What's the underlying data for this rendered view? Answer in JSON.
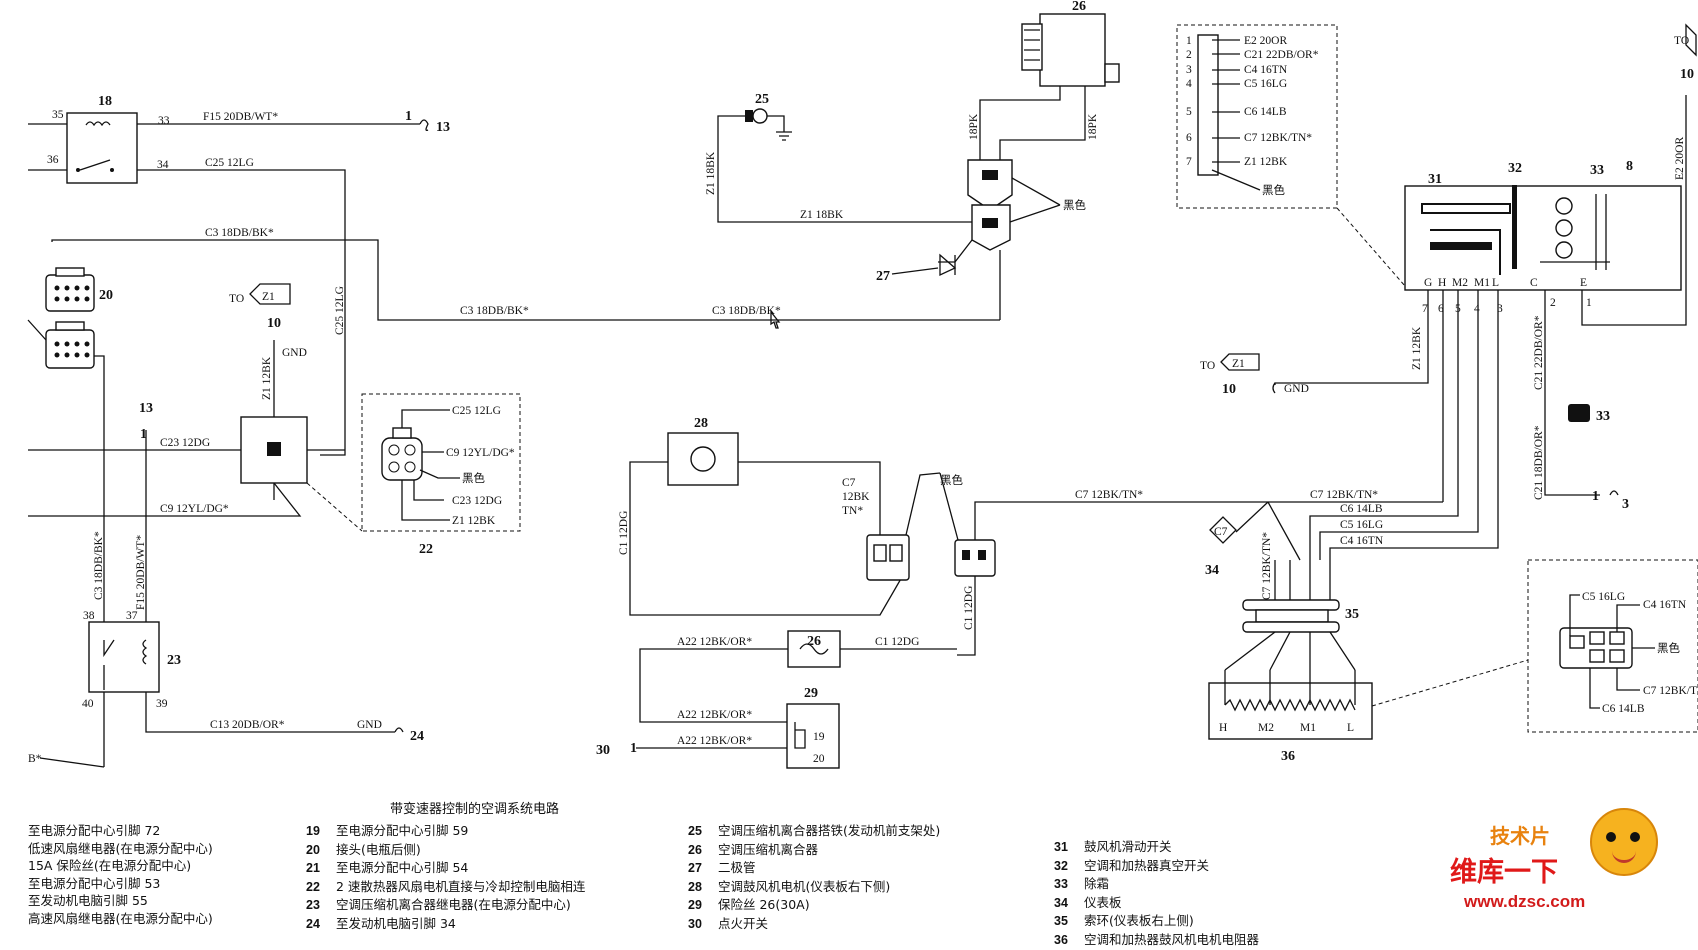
{
  "diagram_title": "带变速器控制的空调系统电路",
  "components": {
    "c18": "18",
    "c20": "20",
    "c22": "22",
    "c23": "23",
    "c25": "25",
    "c26_top": "26",
    "c27": "27",
    "c28": "28",
    "c26_fuse": "26",
    "c29": "29",
    "c31": "31",
    "c32": "32",
    "c33": "33",
    "c8": "8",
    "c34": "34",
    "c35": "35",
    "c36": "36",
    "c13": "13",
    "c10a": "10",
    "c10b": "10",
    "c10c": "10",
    "c24": "24",
    "c30": "30",
    "c33b": "33",
    "c13b": "13",
    "c3": "3",
    "c1a": "1",
    "c1b": "1",
    "c1c": "1",
    "c1d": "1"
  },
  "wires": {
    "f15_top": "F15 20DB/WT*",
    "c25_12lg": "C25 12LG",
    "c3_top": "C3 18DB/BK*",
    "c3_mid1": "C3 18DB/BK*",
    "c3_mid2": "C3 18DB/BK*",
    "c25_vert": "C25 12LG",
    "z1_12bk_v": "Z1 12BK",
    "gnd1": "GND",
    "to_z1": "TO",
    "z1_sym": "Z1",
    "c23_12dg": "C23 12DG",
    "c9": "C9 12YL/DG*",
    "c3_vert": "C3 18DB/BK*",
    "f15_vert": "F15 20DB/WT*",
    "c13": "C13 20DB/OR*",
    "gnd2": "GND",
    "bstar": "B*",
    "z1_18bk_v": "Z1 18BK",
    "z1_18bk_h": "Z1 18BK",
    "p18pk_a": "18PK",
    "p18pk_b": "18PK",
    "black1": "黑色",
    "c7_a": "C7",
    "c7_b": "12BK",
    "c7_c": "TN*",
    "black2": "黑色",
    "c1_12dg_a": "C1 12DG",
    "c1_12dg_b": "C1 12DG",
    "c1_12dg_c": "C1 12DG",
    "a22_a": "A22 12BK/OR*",
    "a22_b": "A22 12BK/OR*",
    "a22_c": "A22 12BK/OR*",
    "fuse_19": "19",
    "fuse_20": "20",
    "c7_long": "C7 12BK/TN*",
    "c7_long2": "C7 12BK/TN*",
    "c6": "C6 14LB",
    "c5": "C5 16LG",
    "c4": "C4 16TN",
    "c7_diag": "C7 12BK/TN*",
    "c7_ref": "C7",
    "z1_12bk_r": "Z1 12BK",
    "to_z1_b": "TO",
    "z1_sym_b": "Z1",
    "gnd3": "GND",
    "c21": "C21 22DB/OR*",
    "c21b": "C21 18DB/OR*",
    "e2_right": "E2 20OR",
    "to_right": "TO"
  },
  "connector22": {
    "pins": [
      "C25 12LG",
      "C9 12YL/DG*",
      "黑色",
      "C23 12DG",
      "Z1 12BK"
    ]
  },
  "connector_top_right": {
    "pin_numbers": [
      "1",
      "2",
      "3",
      "4",
      "5",
      "6",
      "7"
    ],
    "wires": [
      "E2 20OR",
      "C21 22DB/OR*",
      "C4 16TN",
      "C5 16LG",
      "C6 14LB",
      "C7 12BK/TN*",
      "Z1 12BK"
    ],
    "color": "黑色"
  },
  "switch31": {
    "pins": [
      "G",
      "H",
      "M2",
      "M1",
      "L",
      "C",
      "E"
    ],
    "pin_numbers": [
      "7",
      "6",
      "5",
      "4",
      "3",
      "2",
      "1"
    ]
  },
  "resistor36": {
    "taps": [
      "H",
      "M2",
      "M1",
      "L"
    ]
  },
  "connector_right_box": {
    "labels": [
      "C5 16LG",
      "C4 16TN",
      "黑色",
      "C7 12BK/TN*",
      "C6 14LB"
    ]
  },
  "legend": {
    "col1": [
      {
        "n": "",
        "t": "至电源分配中心引脚 72"
      },
      {
        "n": "",
        "t": "低速风扇继电器(在电源分配中心)"
      },
      {
        "n": "",
        "t": "15A 保险丝(在电源分配中心)"
      },
      {
        "n": "",
        "t": "至电源分配中心引脚 53"
      },
      {
        "n": "",
        "t": "至发动机电脑引脚 55"
      },
      {
        "n": "",
        "t": "高速风扇继电器(在电源分配中心)"
      }
    ],
    "col2": [
      {
        "n": "19",
        "t": "至电源分配中心引脚 59"
      },
      {
        "n": "20",
        "t": "接头(电瓶后侧)"
      },
      {
        "n": "21",
        "t": "至电源分配中心引脚 54"
      },
      {
        "n": "22",
        "t": "2 速散热器风扇电机直接与冷却控制电脑相连"
      },
      {
        "n": "23",
        "t": "空调压缩机离合器继电器(在电源分配中心)"
      },
      {
        "n": "24",
        "t": "至发动机电脑引脚 34"
      }
    ],
    "col3": [
      {
        "n": "25",
        "t": "空调压缩机离合器搭铁(发动机前支架处)"
      },
      {
        "n": "26",
        "t": "空调压缩机离合器"
      },
      {
        "n": "27",
        "t": "二极管"
      },
      {
        "n": "28",
        "t": "空调鼓风机电机(仪表板右下侧)"
      },
      {
        "n": "29",
        "t": "保险丝 26(30A)"
      },
      {
        "n": "30",
        "t": "点火开关"
      }
    ],
    "col4": [
      {
        "n": "31",
        "t": "鼓风机滑动开关"
      },
      {
        "n": "32",
        "t": "空调和加热器真空开关"
      },
      {
        "n": "33",
        "t": "除霜"
      },
      {
        "n": "34",
        "t": "仪表板"
      },
      {
        "n": "35",
        "t": "索环(仪表板右上侧)"
      },
      {
        "n": "36",
        "t": "空调和加热器鼓风机电机电阻器"
      }
    ]
  },
  "watermark": {
    "brand": "维库一下",
    "tagline": "技术片",
    "url": "www.dzsc.com"
  }
}
